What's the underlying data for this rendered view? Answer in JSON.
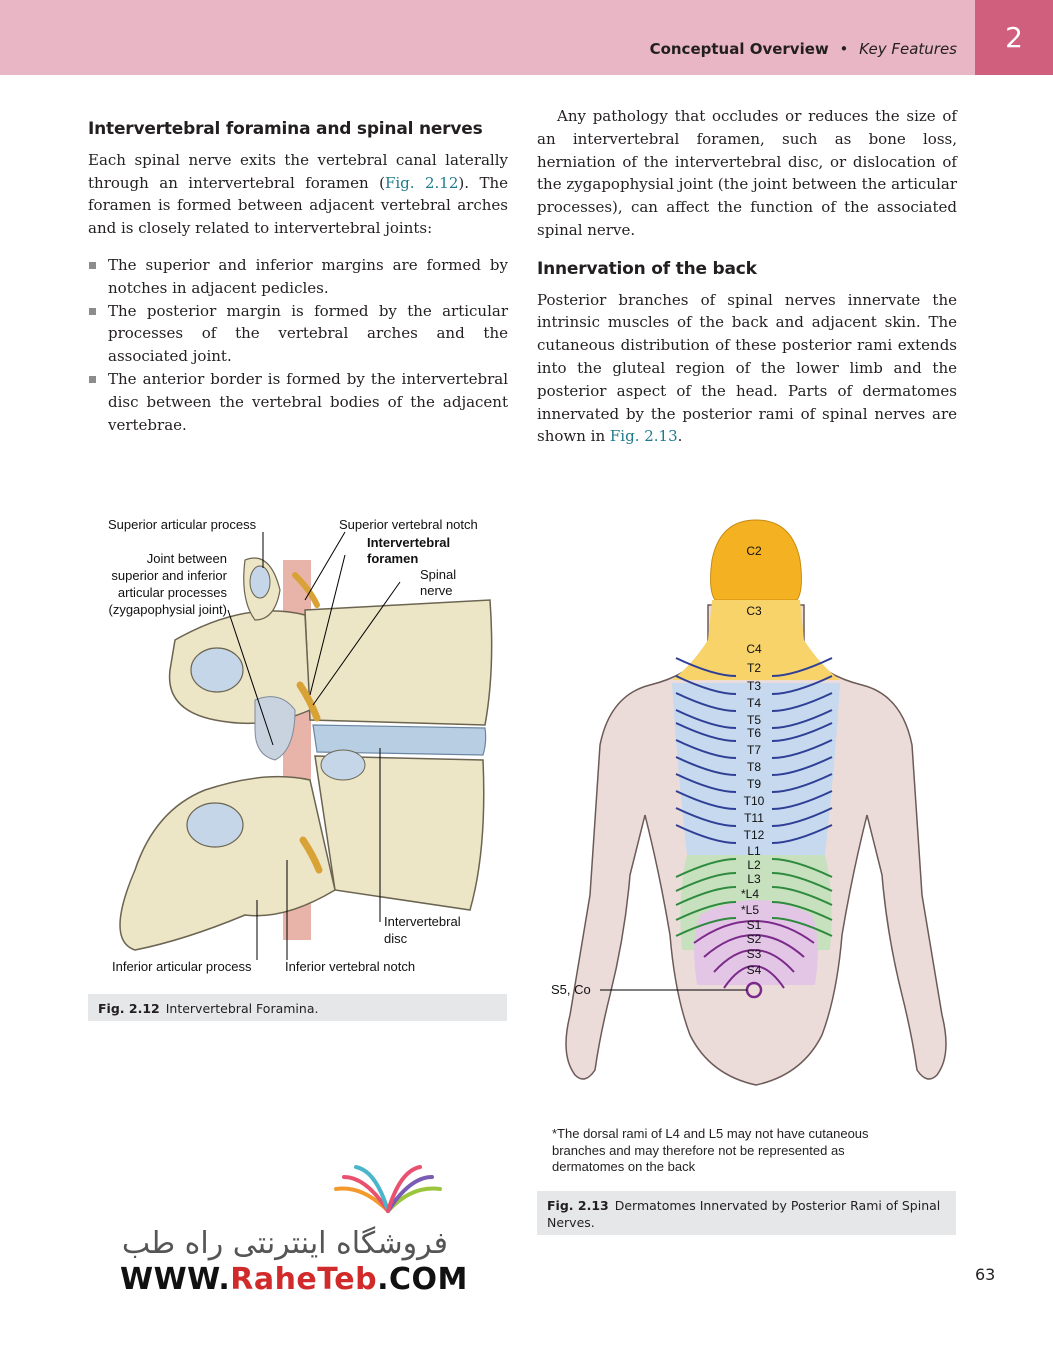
{
  "header": {
    "section": "Conceptual Overview",
    "bullet": "•",
    "subsection": "Key Features",
    "chapter": "2"
  },
  "left_column": {
    "heading": "Intervertebral foramina and spinal nerves",
    "para_before": "Each spinal nerve exits the vertebral canal laterally through an intervertebral foramen (",
    "para_link": "Fig. 2.12",
    "para_after": "). The foramen is formed between adjacent vertebral arches and is closely related to intervertebral joints:",
    "bullets": [
      "The superior and inferior margins are formed by notches in adjacent pedicles.",
      "The posterior margin is formed by the articular processes of the vertebral arches and the associated joint.",
      "The anterior border is formed by the intervertebral disc between the vertebral bodies of the adjacent vertebrae."
    ]
  },
  "right_column": {
    "para1": "Any pathology that occludes or reduces the size of an intervertebral foramen, such as bone loss, herniation of the intervertebral disc, or dislocation of the zygapophysial joint (the joint between the articular processes), can affect the function of the associated spinal nerve.",
    "heading": "Innervation of the back",
    "para2_before": "Posterior branches of spinal nerves innervate the intrinsic muscles of the back and adjacent skin. The cutaneous distribution of these posterior rami extends into the gluteal region of the lower limb and the posterior aspect of the head. Parts of dermatomes innervated by the posterior rami of spinal nerves are shown in ",
    "para2_link": "Fig. 2.13",
    "para2_after": "."
  },
  "figure_212": {
    "labels": {
      "superior_articular_process": "Superior articular process",
      "superior_vertebral_notch": "Superior vertebral notch",
      "intervertebral_foramen_1": "Intervertebral",
      "intervertebral_foramen_2": "foramen",
      "spinal_nerve_1": "Spinal",
      "spinal_nerve_2": "nerve",
      "joint_1": "Joint between",
      "joint_2": "superior and inferior",
      "joint_3": "articular processes",
      "joint_4": "(zygapophysial joint)",
      "intervertebral_disc_1": "Intervertebral",
      "intervertebral_disc_2": "disc",
      "inferior_articular_process": "Inferior articular process",
      "inferior_vertebral_notch": "Inferior vertebral notch"
    },
    "caption_num": "Fig. 2.12",
    "caption_text": "Intervertebral Foramina."
  },
  "figure_213": {
    "dermatomes": [
      "C2",
      "C3",
      "C4",
      "T2",
      "T3",
      "T4",
      "T5",
      "T6",
      "T7",
      "T8",
      "T9",
      "T10",
      "T11",
      "T12",
      "L1",
      "L2",
      "L3",
      "*L4",
      "*L5",
      "S1",
      "S2",
      "S3",
      "S4"
    ],
    "s5_label": "S5, Co",
    "footnote": "*The dorsal rami of L4 and L5 may not have cutaneous branches and may therefore not be represented as dermatomes on the back",
    "caption_num": "Fig. 2.13",
    "caption_text": "Dermatomes Innervated by Posterior Rami of Spinal Nerves.",
    "colors": {
      "cervical": "#f4b223",
      "thoracic": "#2e3f95",
      "lumbar": "#2e8b3e",
      "sacral": "#7b2a8a",
      "skin": "#ecdcd9"
    }
  },
  "page_number": "63",
  "watermark": {
    "persian": "فروشگاه اینترنتی راه طب",
    "url_prefix": "WWW.",
    "url_brand": "RaheTeb",
    "url_suffix": ".COM"
  }
}
